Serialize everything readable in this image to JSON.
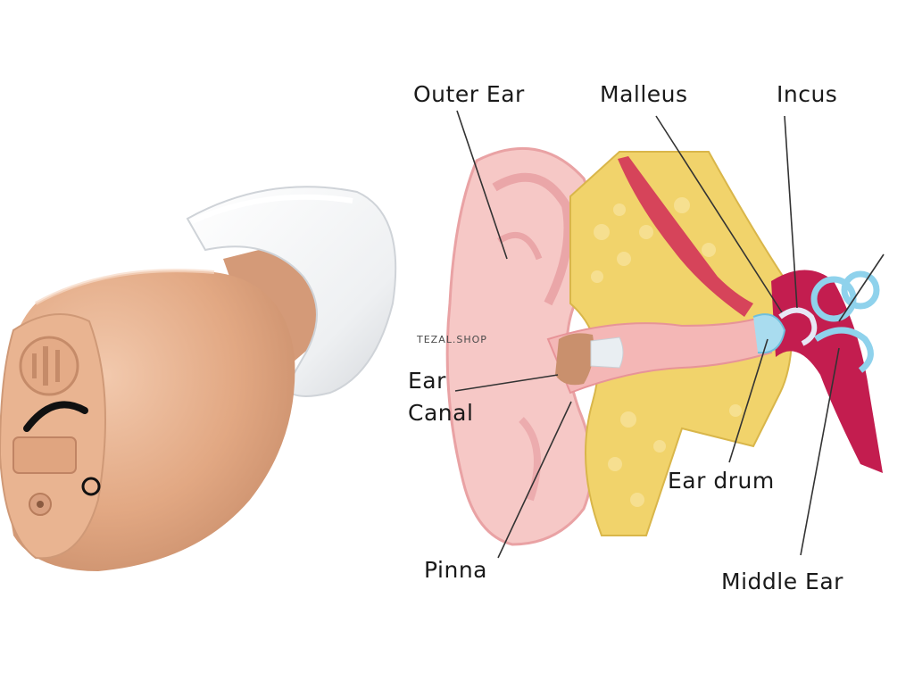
{
  "labels": {
    "outer_ear": "Outer Ear",
    "malleus": "Malleus",
    "incus": "Incus",
    "ear_canal_line1": "Ear",
    "ear_canal_line2": "Canal",
    "ear_drum": "Ear drum",
    "pinna": "Pinna",
    "middle_ear": "Middle Ear"
  },
  "watermark": "TEZAL.SHOP",
  "colors": {
    "skin": "#e7b08d",
    "skin_dark": "#c98e6b",
    "dome": "#f4f5f7",
    "pinna": "#f6c8c6",
    "pinna_dark": "#e9a2a4",
    "bone": "#f1d36b",
    "canal": "#f4b7b6",
    "muscle": "#d6445a",
    "cochlea": "#8fd2ec",
    "middle_ear": "#c31d4f"
  }
}
